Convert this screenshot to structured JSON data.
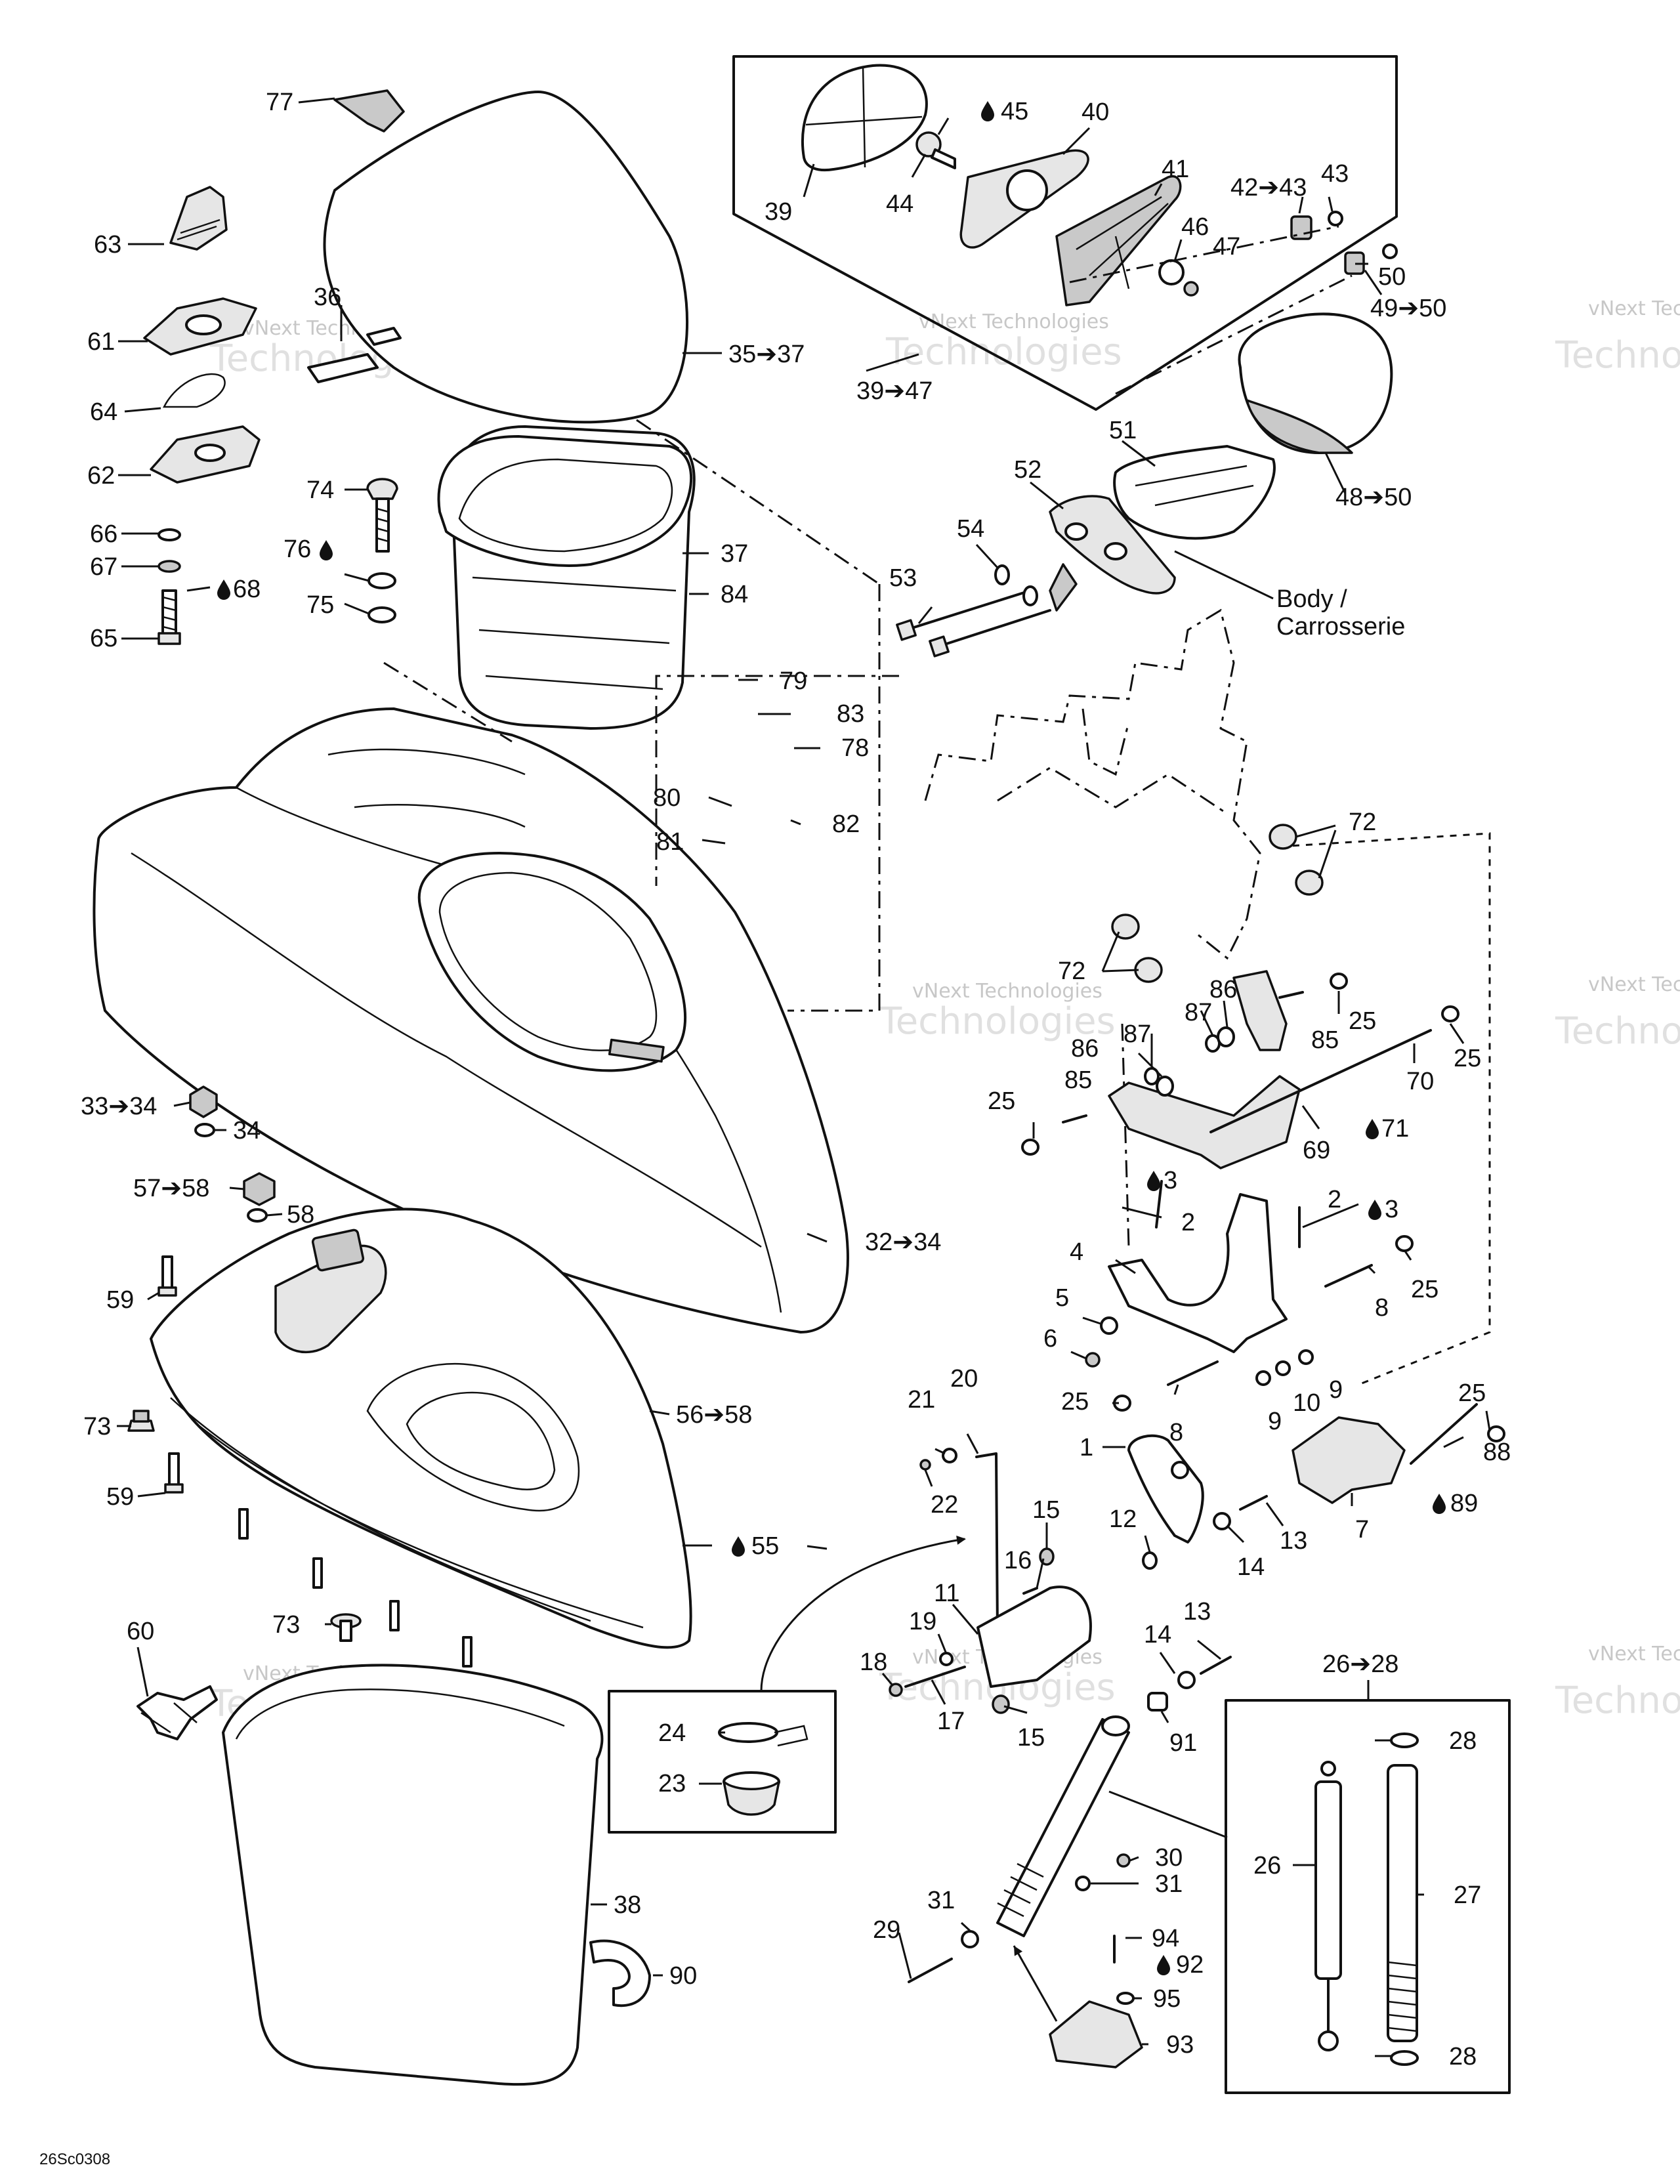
{
  "figure_code": "26Sc0308",
  "watermark": {
    "line1": "vNext Technologies",
    "line2": "Technologies"
  },
  "callouts": {
    "c77": "77",
    "c63": "63",
    "c61": "61",
    "c36": "36",
    "c64": "64",
    "c62": "62",
    "c66": "66",
    "c67": "67",
    "c65": "65",
    "c68": "68",
    "c74": "74",
    "c76": "76",
    "c75": "75",
    "c35": "35➔37",
    "c37": "37",
    "c84": "84",
    "c39": "39",
    "c44": "44",
    "c45": "45",
    "c40": "40",
    "c41": "41",
    "c46": "46",
    "c47": "47",
    "c42": "42➔43",
    "c43": "43",
    "c50": "50",
    "c4950": "49➔50",
    "c3947": "39➔47",
    "c4850": "48➔50",
    "c51": "51",
    "c52": "52",
    "c54": "54",
    "c53": "53",
    "body_label_1": "Body /",
    "body_label_2": "Carrosserie",
    "c79": "79",
    "c83": "83",
    "c78": "78",
    "c80": "80",
    "c82": "82",
    "c81": "81",
    "c72a": "72",
    "c72b": "72",
    "c86a": "86",
    "c87a": "87",
    "c86b": "86",
    "c87b": "87",
    "c85a": "85",
    "c85b": "85",
    "c25a": "25",
    "c25b": "25",
    "c25c": "25",
    "c25d": "25",
    "c25e": "25",
    "c25f": "25",
    "c70": "70",
    "c69": "69",
    "c71": "71",
    "c3334": "33➔34",
    "c34": "34",
    "c5758": "57➔58",
    "c58": "58",
    "c3234": "32➔34",
    "c59a": "59",
    "c59b": "59",
    "c73a": "73",
    "c73b": "73",
    "c5658": "56➔58",
    "c55": "55",
    "c60": "60",
    "c38": "38",
    "c90": "90",
    "c3a": "3",
    "c2a": "2",
    "c2b": "2",
    "c3b": "3",
    "c4": "4",
    "c5": "5",
    "c6": "6",
    "c8a": "8",
    "c8b": "8",
    "c9a": "9",
    "c9b": "9",
    "c10": "10",
    "c1": "1",
    "c88": "88",
    "c89": "89",
    "c7": "7",
    "c21": "21",
    "c20": "20",
    "c22": "22",
    "c12": "12",
    "c14a": "14",
    "c13a": "13",
    "c15a": "15",
    "c16": "16",
    "c11": "11",
    "c19": "19",
    "c18": "18",
    "c17": "17",
    "c15b": "15",
    "c14b": "14",
    "c13b": "13",
    "c91": "91",
    "c24": "24",
    "c23": "23",
    "c2628": "26➔28",
    "c28a": "28",
    "c26": "26",
    "c27": "27",
    "c28b": "28",
    "c30": "30",
    "c31a": "31",
    "c31b": "31",
    "c29": "29",
    "c94": "94",
    "c92": "92",
    "c95": "95",
    "c93": "93"
  }
}
